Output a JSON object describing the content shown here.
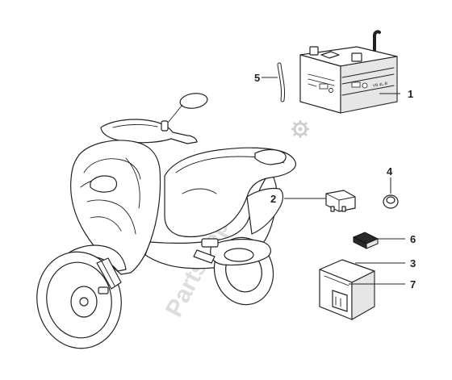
{
  "callouts": {
    "c1": "1",
    "c2": "2",
    "c3": "3",
    "c4": "4",
    "c5": "5",
    "c6": "6",
    "c7": "7"
  },
  "watermark": "PartsRepublik",
  "battery_label": "YB 4L-B"
}
